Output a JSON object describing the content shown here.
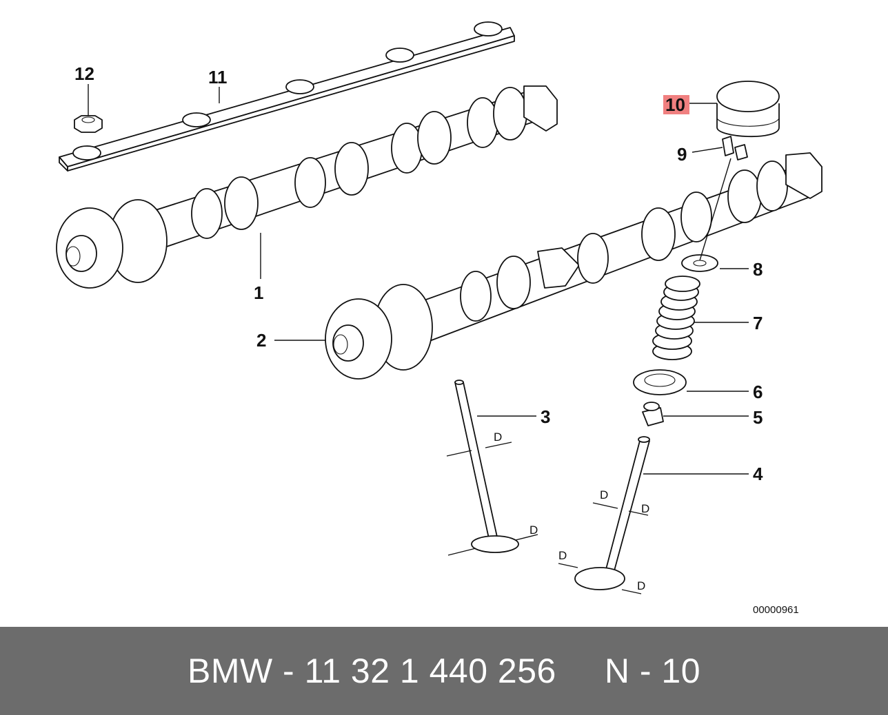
{
  "diagram": {
    "callouts": {
      "c1": "1",
      "c2": "2",
      "c3": "3",
      "c4": "4",
      "c5": "5",
      "c6": "6",
      "c7": "7",
      "c8": "8",
      "c9": "9",
      "c10": "10",
      "c11": "11",
      "c12": "12"
    },
    "dimension_label": "D",
    "highlighted_part": "10",
    "highlight_color": "#f08080",
    "reference_number": "00000961"
  },
  "footer": {
    "part_number": "BMW - 11 32 1 440 256",
    "position": "N - 10",
    "background_color": "#6c6c6c"
  }
}
